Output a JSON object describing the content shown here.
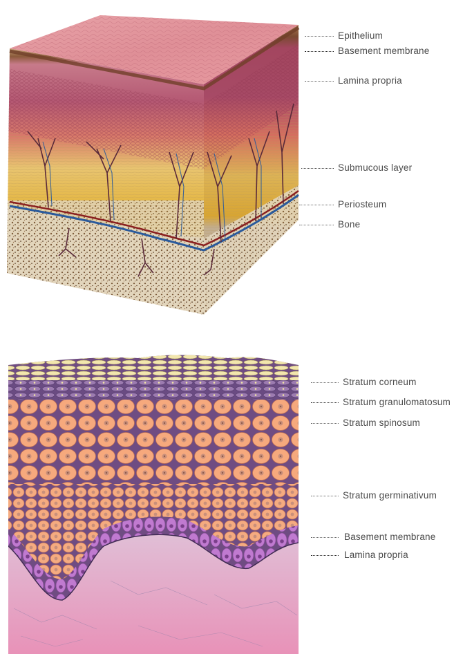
{
  "diagrams": [
    {
      "id": "oral-mucosa-block",
      "labels": [
        "Epithelium",
        "Basement membrane",
        "Lamina propria",
        "Submucous layer",
        "Periosteum",
        "Bone"
      ]
    },
    {
      "id": "epithelium-section",
      "labels": [
        "Stratum corneum",
        "Stratum granulomatosum",
        "Stratum spinosum",
        "Stratum germinativum",
        "Basement membrane",
        "Lamina propria"
      ]
    }
  ]
}
